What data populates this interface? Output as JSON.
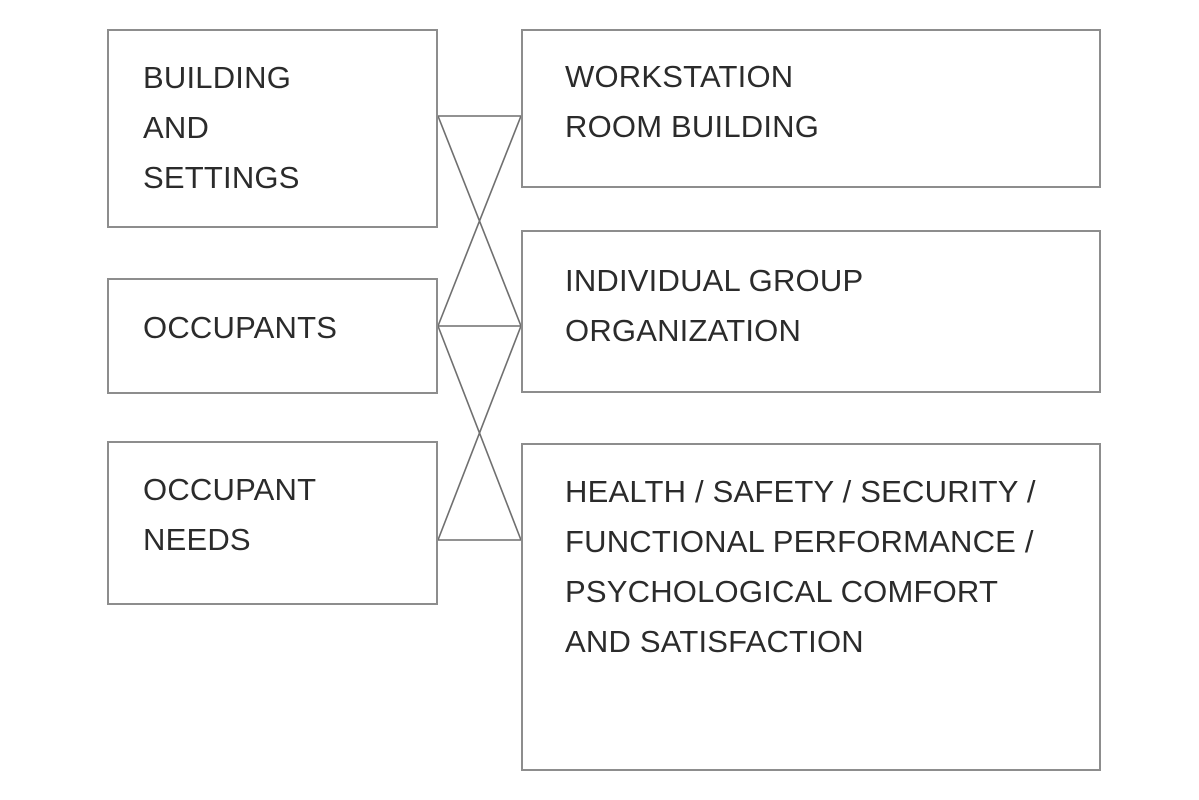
{
  "diagram": {
    "title": "Building performance evaluation relationship diagram",
    "colors": {
      "box_border": "#8d8d8d",
      "connector_line": "#6f6f6f",
      "text": "#2b2b2b",
      "background": "#ffffff"
    },
    "left_column": [
      {
        "id": "building-and-settings",
        "label": "BUILDING\nAND\nSETTINGS",
        "lines": [
          "BUILDING",
          "AND",
          "SETTINGS"
        ]
      },
      {
        "id": "occupants",
        "label": "OCCUPANTS",
        "lines": [
          "OCCUPANTS"
        ]
      },
      {
        "id": "occupant-needs",
        "label": "OCCUPANT\nNEEDS",
        "lines": [
          "OCCUPANT",
          "NEEDS"
        ]
      }
    ],
    "right_column": [
      {
        "id": "workstation-room-building",
        "label": "WORKSTATION\nROOM BUILDING",
        "lines": [
          "WORKSTATION",
          "ROOM BUILDING"
        ]
      },
      {
        "id": "individual-group-organization",
        "label": "INDIVIDUAL GROUP\nORGANIZATION",
        "lines": [
          "INDIVIDUAL GROUP",
          "ORGANIZATION"
        ]
      },
      {
        "id": "health-safety-security",
        "label": "HEALTH / SAFETY / SECURITY /\nFUNCTIONAL PERFORMANCE /\nPSYCHOLOGICAL COMFORT\nAND SATISFACTION",
        "lines": [
          "HEALTH / SAFETY / SECURITY /",
          "FUNCTIONAL PERFORMANCE /",
          "PSYCHOLOGICAL COMFORT",
          "AND SATISFACTION"
        ]
      }
    ],
    "connections": [
      {
        "from": "building-and-settings",
        "to": "workstation-room-building",
        "style": "horizontal"
      },
      {
        "from": "building-and-settings",
        "to": "individual-group-organization",
        "style": "diagonal"
      },
      {
        "from": "occupants",
        "to": "workstation-room-building",
        "style": "diagonal"
      },
      {
        "from": "occupants",
        "to": "individual-group-organization",
        "style": "horizontal"
      },
      {
        "from": "occupants",
        "to": "health-safety-security",
        "style": "diagonal"
      },
      {
        "from": "occupant-needs",
        "to": "individual-group-organization",
        "style": "diagonal"
      },
      {
        "from": "occupant-needs",
        "to": "health-safety-security",
        "style": "horizontal"
      }
    ]
  }
}
